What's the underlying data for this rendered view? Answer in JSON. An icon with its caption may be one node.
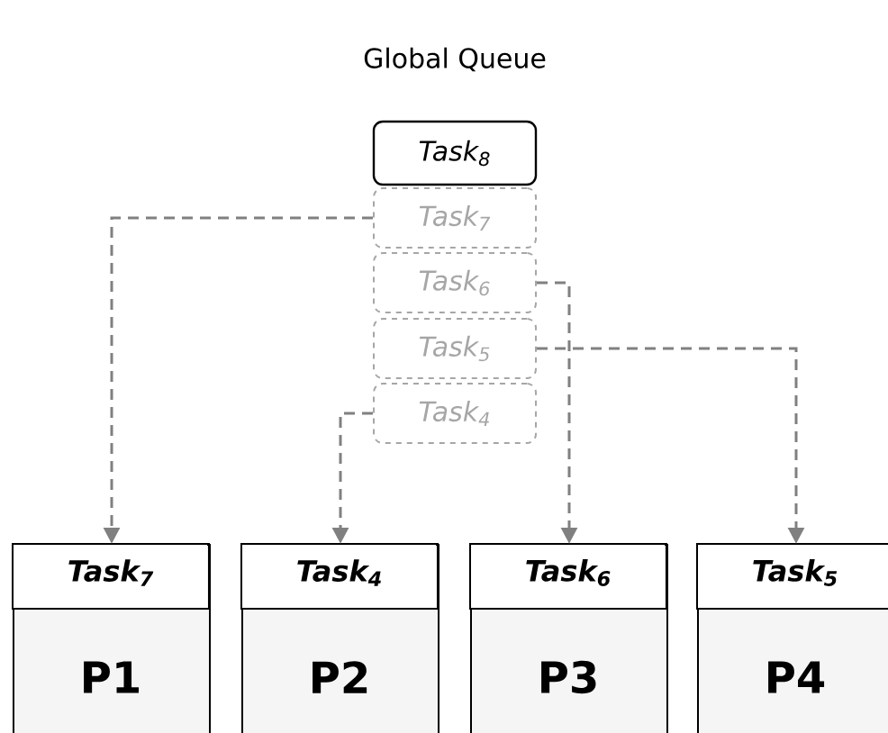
{
  "diagram": {
    "title": "Global Queue",
    "nodes": [
      {
        "text": [
          "Task$_{8}$"
        ]
      },
      {
        "text": [
          "Task$_{7}$"
        ]
      },
      {
        "text": [
          "Task$_{6}$"
        ]
      },
      {
        "text": [
          "Task$_{5}$"
        ]
      },
      {
        "text": [
          "Task$_{4}$"
        ]
      },
      {
        "text": [
          "Task$_{7}$",
          "P1"
        ]
      },
      {
        "text": [
          "Task$_{4}$",
          "P2"
        ]
      },
      {
        "text": [
          "Task$_{6}$",
          "P3"
        ]
      },
      {
        "text": [
          "Task$_{5}$",
          "P4"
        ]
      }
    ],
    "edges": [
      {
        "from": 1,
        "to": 5,
        "arrow": "to",
        "style": "dashed"
      },
      {
        "from": 4,
        "to": 6,
        "arrow": "to",
        "style": "dashed"
      },
      {
        "from": 2,
        "to": 7,
        "arrow": "to",
        "style": "dashed"
      },
      {
        "from": 3,
        "to": 8,
        "arrow": "to",
        "style": "dashed"
      }
    ]
  }
}
